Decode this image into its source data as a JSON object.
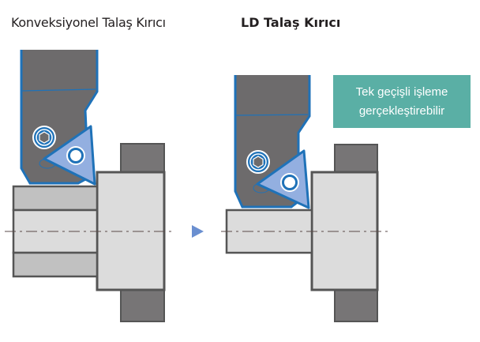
{
  "left_title": "Konveksiyonel Talaş Kırıcı",
  "right_title": "LD Talaş Kırıcı",
  "note": {
    "line1": "Tek geçişli işleme",
    "line2": "gerçekleştirebilir"
  },
  "colors": {
    "holder": "#6d6b6c",
    "outline": "#1f72b8",
    "insert": "#93afe0",
    "chuck": "#777576",
    "workpiece": "#dcdcdc",
    "bar_band": "#c1c1c1",
    "note_bg": "#5aafa5",
    "arrow": "#6a8fd0"
  }
}
